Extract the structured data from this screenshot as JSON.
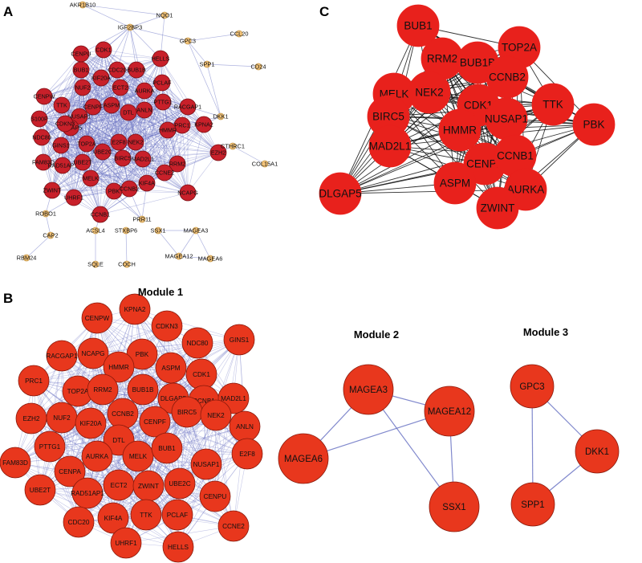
{
  "panels": {
    "A": "A",
    "B": "B",
    "C": "C"
  },
  "modules": {
    "m1": "Module 1",
    "m2": "Module 2",
    "m3": "Module 3"
  },
  "colors": {
    "hub_node": "#c8202a",
    "hub_node_stroke": "#7a0f14",
    "minor_node": "#f2c37a",
    "minor_node_stroke": "#c89a4a",
    "module_node": "#e8371d",
    "module_node_stroke": "#8a1a0c",
    "c_node": "#e8211c",
    "edge_blue": "#6b74c4",
    "edge_black": "#111111"
  },
  "panelA": {
    "hubs": [
      "CDK1",
      "HELLS",
      "CENPU",
      "BUB1",
      "CDC20",
      "BUB1B",
      "KIF20A",
      "NUF2",
      "ECT2",
      "AURKA",
      "PCLAF",
      "CENPW",
      "TTK",
      "CENPF",
      "ASPM",
      "DTL",
      "ANLN",
      "PTTG1",
      "RACGAP1",
      "S100P",
      "NUSAP1",
      "DLGAP5",
      "CDKN3",
      "PRC1",
      "KPNA2",
      "NDC80",
      "HMMR",
      "GINS1",
      "TOP2A",
      "E2F8",
      "NEK2",
      "UBE2C",
      "BIRC5",
      "MAD2L1",
      "RRM2",
      "EZH2",
      "FAM83D",
      "RAD51AP1",
      "UBE2T",
      "CCNE2",
      "MELK",
      "KIF4A",
      "ZWINT",
      "UHRF1",
      "PBK",
      "CCNB2",
      "NCAPG",
      "CCNB1"
    ],
    "minors": [
      "AKR1B10",
      "IGF2BP3",
      "NQO1",
      "GPC3",
      "CCL20",
      "SPP1",
      "CD24",
      "DKK1",
      "CTHRC1",
      "COL15A1",
      "ROBO1",
      "CAP2",
      "RBM24",
      "ACSL4",
      "SQLE",
      "PRR11",
      "STXBP6",
      "COCH",
      "SSX1",
      "MAGEA3",
      "MAGEA12",
      "MAGEA6"
    ]
  },
  "panelB": {
    "module1": [
      "KPNA2",
      "CENPW",
      "CDKN3",
      "NDC80",
      "GINS1",
      "RACGAP1",
      "NCAPG",
      "PBK",
      "HMMR",
      "ASPM",
      "CDK1",
      "PRC1",
      "TOP2A",
      "RRM2",
      "BUB1B",
      "DLGAP5",
      "CCNB1",
      "MAD2L1",
      "EZH2",
      "NUF2",
      "KIF20A",
      "CCNB2",
      "CENPF",
      "BIRC5",
      "NEK2",
      "ANLN",
      "FAM83D",
      "PTTG1",
      "DTL",
      "MELK",
      "BUB1",
      "NUSAP1",
      "E2F8",
      "CENPA",
      "AURKA",
      "UBE2T",
      "RAD51AP1",
      "ECT2",
      "ZWINT",
      "UBE2C",
      "CENPU",
      "CDC20",
      "KIF4A",
      "TTK",
      "PCLAF",
      "CCNE2",
      "UHRF1",
      "HELLS"
    ],
    "module2": [
      "MAGEA3",
      "MAGEA12",
      "MAGEA6",
      "SSX1"
    ],
    "module3": [
      "GPC3",
      "DKK1",
      "SPP1"
    ]
  },
  "panelC": {
    "nodes": [
      "BUB1",
      "TOP2A",
      "RRM2",
      "BUB1B",
      "CCNB2",
      "MELK",
      "NEK2",
      "CDK1",
      "TTK",
      "PBK",
      "BIRC5",
      "HMMR",
      "NUSAP1",
      "MAD2L1",
      "CENPF",
      "CCNB1",
      "DLGAP5",
      "ASPM",
      "AURKA",
      "ZWINT"
    ]
  }
}
